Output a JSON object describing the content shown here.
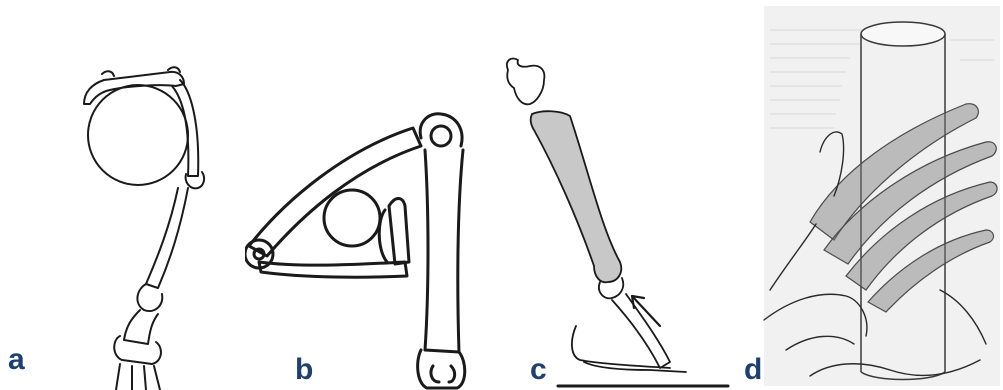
{
  "figure": {
    "panels": [
      {
        "label": "a",
        "drawing": "finger-flexed-around-small-circle"
      },
      {
        "label": "b",
        "drawing": "finger-linkage-around-circle"
      },
      {
        "label": "c",
        "drawing": "finger-with-shaded-bone-and-arrow"
      },
      {
        "label": "d",
        "drawing": "hand-gripping-cylinder"
      }
    ],
    "colors": {
      "label": "#1f3f6e",
      "outline": "#1a1a1a",
      "shaded_bone": "#c8c8c8",
      "translucent_fingers": "#7a7a7a"
    }
  }
}
